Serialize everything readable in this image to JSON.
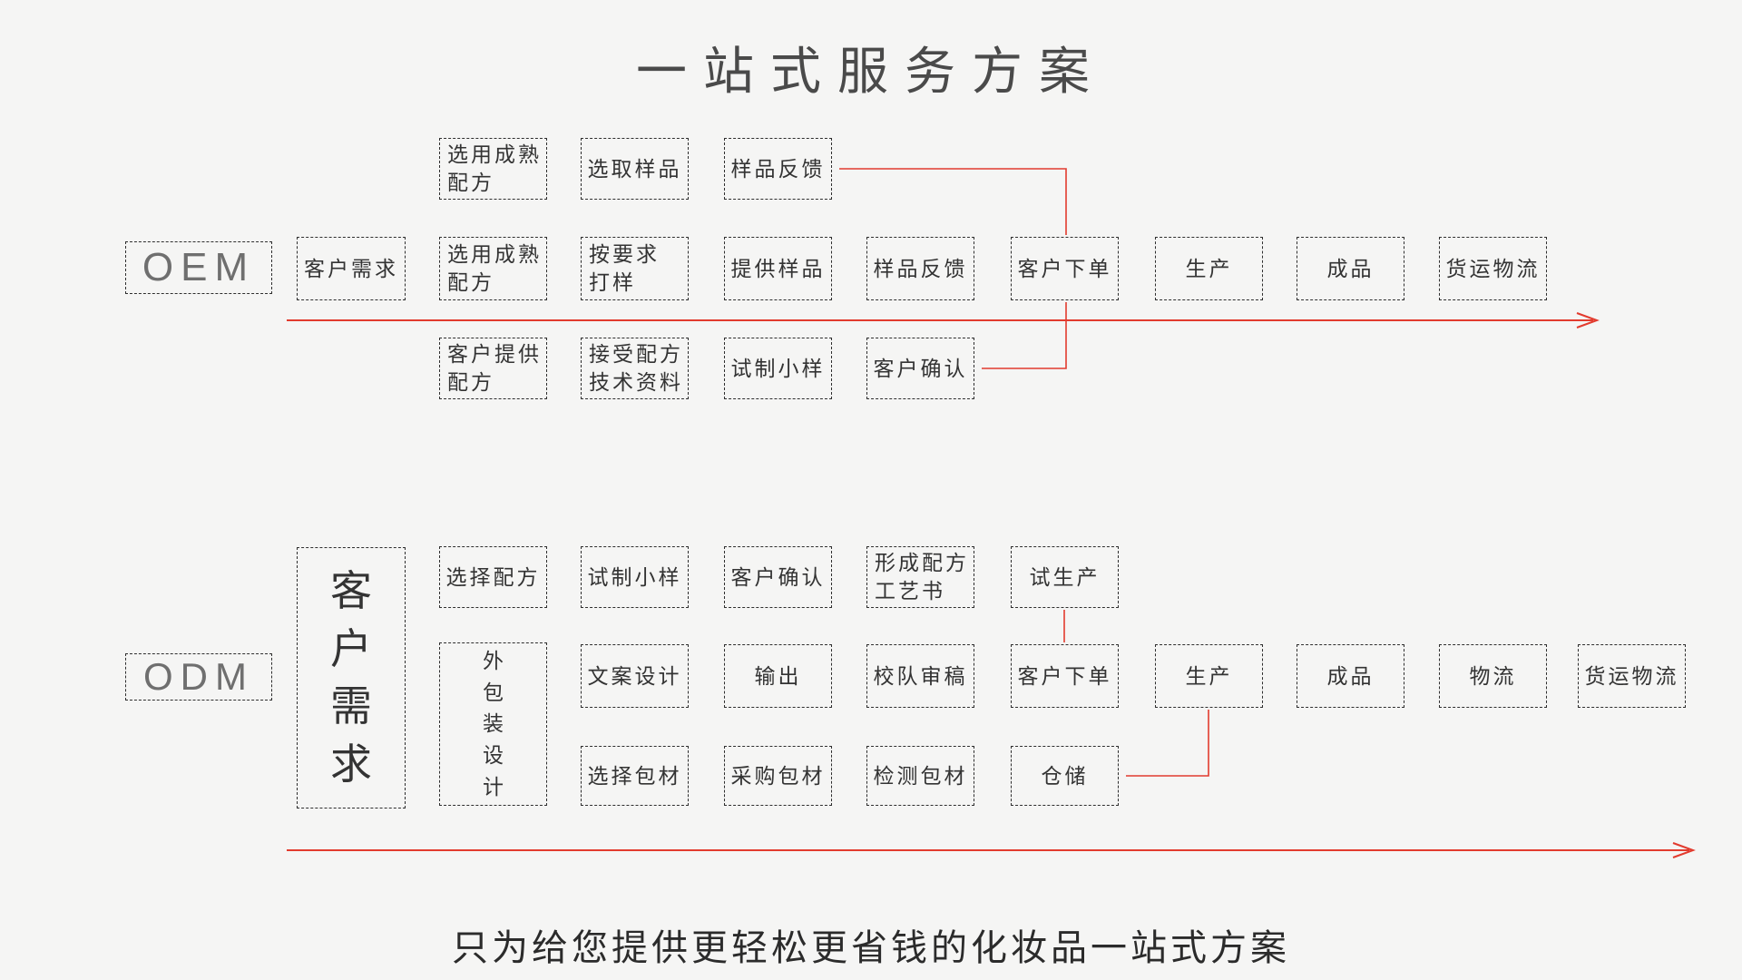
{
  "title": "一站式服务方案",
  "caption": "只为给您提供更轻松更省钱的化妆品一站式方案",
  "colors": {
    "background": "#f5f5f4",
    "box_border": "#2e2e2e",
    "box_text": "#333333",
    "section_label": "#6f6f6f",
    "accent_red": "#e23b2e",
    "title_color": "#4a4a4a"
  },
  "oem": {
    "label": "OEM",
    "top_row": [
      {
        "lines": [
          "选用成熟",
          "配方"
        ],
        "col": 0
      },
      {
        "lines": [
          "选取样品"
        ],
        "col": 1
      },
      {
        "lines": [
          "样品反馈"
        ],
        "col": 2
      }
    ],
    "main_row": [
      {
        "lines": [
          "客户需求"
        ],
        "col": "cust"
      },
      {
        "lines": [
          "选用成熟",
          "配方"
        ],
        "col": 0
      },
      {
        "lines": [
          "按要求",
          "打样"
        ],
        "col": 1
      },
      {
        "lines": [
          "提供样品"
        ],
        "col": 2
      },
      {
        "lines": [
          "样品反馈"
        ],
        "col": 3
      },
      {
        "lines": [
          "客户下单"
        ],
        "col": 4
      },
      {
        "lines": [
          "生产"
        ],
        "col": 5
      },
      {
        "lines": [
          "成品"
        ],
        "col": 6
      },
      {
        "lines": [
          "货运物流"
        ],
        "col": 7
      }
    ],
    "bottom_row": [
      {
        "lines": [
          "客户提供",
          "配方"
        ],
        "col": 0
      },
      {
        "lines": [
          "接受配方",
          "技术资料"
        ],
        "col": 1
      },
      {
        "lines": [
          "试制小样"
        ],
        "col": 2
      },
      {
        "lines": [
          "客户确认"
        ],
        "col": 3
      }
    ]
  },
  "odm": {
    "label": "ODM",
    "customer_box": {
      "lines": [
        "客",
        "户",
        "需",
        "求"
      ]
    },
    "package_box": {
      "lines": [
        "外",
        "包",
        "装",
        "设",
        "计"
      ]
    },
    "row1": [
      {
        "lines": [
          "选择配方"
        ],
        "col": 0
      },
      {
        "lines": [
          "试制小样"
        ],
        "col": 1
      },
      {
        "lines": [
          "客户确认"
        ],
        "col": 2
      },
      {
        "lines": [
          "形成配方",
          "工艺书"
        ],
        "col": 3
      },
      {
        "lines": [
          "试生产"
        ],
        "col": 4
      }
    ],
    "row2": [
      {
        "lines": [
          "文案设计"
        ],
        "col": 1
      },
      {
        "lines": [
          "输出"
        ],
        "col": 2
      },
      {
        "lines": [
          "校队审稿"
        ],
        "col": 3
      },
      {
        "lines": [
          "客户下单"
        ],
        "col": 4
      },
      {
        "lines": [
          "生产"
        ],
        "col": 5
      },
      {
        "lines": [
          "成品"
        ],
        "col": 6
      },
      {
        "lines": [
          "物流"
        ],
        "col": 7
      },
      {
        "lines": [
          "货运物流"
        ],
        "col": 8
      }
    ],
    "row3": [
      {
        "lines": [
          "选择包材"
        ],
        "col": 1
      },
      {
        "lines": [
          "采购包材"
        ],
        "col": 2
      },
      {
        "lines": [
          "检测包材"
        ],
        "col": 3
      },
      {
        "lines": [
          "仓储"
        ],
        "col": 4
      }
    ]
  }
}
